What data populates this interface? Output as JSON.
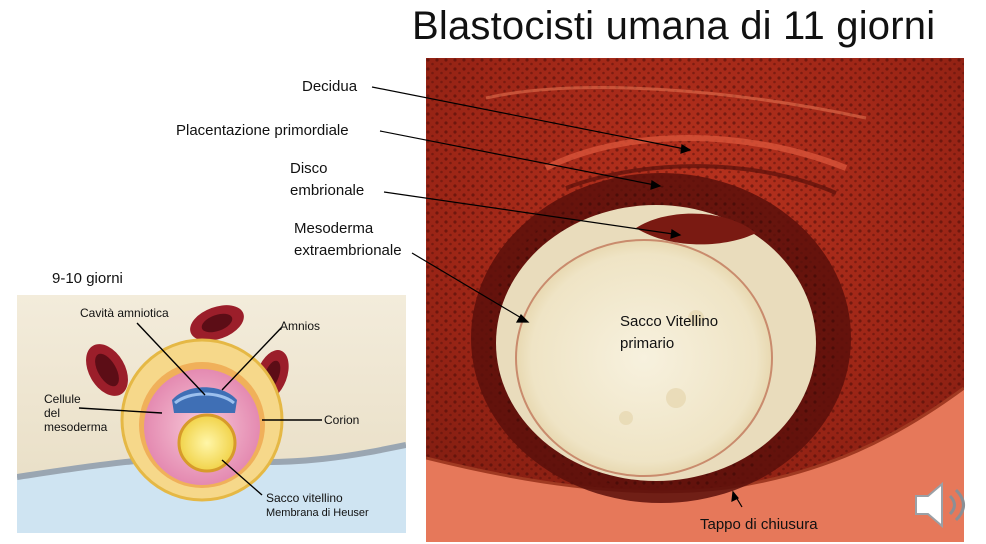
{
  "slide": {
    "title": "Blastocisti umana di 11 giorni",
    "labels": {
      "decidua": "Decidua",
      "placentazione": "Placentazione primordiale",
      "disco_line1": "Disco",
      "disco_line2": "embrionale",
      "mesoderma_line1": "Mesoderma",
      "mesoderma_line2": "extraembrionale",
      "sacco_line1": "Sacco Vitellino",
      "sacco_line2": "primario",
      "tappo": "Tappo di chiusura"
    },
    "inset": {
      "heading": "9-10 giorni",
      "cavita": "Cavità amniotica",
      "amnios": "Amnios",
      "cellule_1": "Cellule",
      "cellule_2": "del",
      "cellule_3": "mesoderma",
      "corion": "Corion",
      "sacco_vitellino": "Sacco vitellino",
      "heuser": "Membrana di Heuser"
    }
  },
  "icons": {
    "audio": "speaker-icon"
  },
  "colors": {
    "tissue_dark": "#7a1410",
    "tissue_red": "#c23a22",
    "sac": "#f3ecd6",
    "trophoblast": "#f1c74a",
    "amnion": "#3f6fb5"
  }
}
